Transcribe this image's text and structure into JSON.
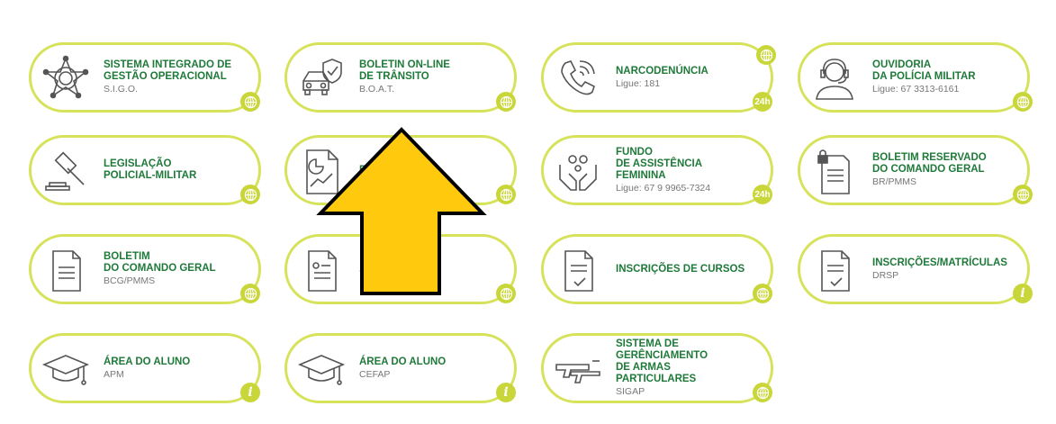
{
  "cards": [
    {
      "title": "SISTEMA INTEGRADO DE\nGESTÃO OPERACIONAL",
      "sub": "S.I.G.O.",
      "icon": "sigo-star-icon"
    },
    {
      "title": "BOLETIN ON-LINE\nDE TRÂNSITO",
      "sub": "B.O.A.T.",
      "icon": "car-shield-icon"
    },
    {
      "title": "NARCODENÚNCIA",
      "sub": "Ligue: 181",
      "icon": "phone-icon",
      "badge24": "24h"
    },
    {
      "title": "OUVIDORIA\nDA POLÍCIA MILITAR",
      "sub": "Ligue: 67 3313-6161",
      "icon": "headset-operator-icon"
    },
    {
      "title": "LEGISLAÇÃO\nPOLICIAL-MILITAR",
      "sub": "",
      "icon": "gavel-icon"
    },
    {
      "title": "ES...ES",
      "sub": "",
      "icon": "statistics-document-icon"
    },
    {
      "title": "FUNDO\nDE ASSISTÊNCIA FEMININA",
      "sub": "Ligue: 67 9 9965-7324",
      "icon": "hands-family-icon",
      "badge24": "24h"
    },
    {
      "title": "BOLETIM RESERVADO\nDO COMANDO GERAL",
      "sub": "BR/PMMS",
      "icon": "locked-document-icon"
    },
    {
      "title": "BOLETIM\nDO COMANDO GERAL",
      "sub": "BCG/PMMS",
      "icon": "document-icon"
    },
    {
      "title": "...S",
      "sub": "",
      "icon": "id-document-icon"
    },
    {
      "title": "INSCRIÇÕES DE CURSOS",
      "sub": "",
      "icon": "checked-document-icon"
    },
    {
      "title": "INSCRIÇÕES/MATRÍCULAS",
      "sub": "DRSP",
      "icon": "checked-document-icon"
    },
    {
      "title": "ÁREA DO ALUNO",
      "sub": "APM",
      "icon": "graduation-cap-icon"
    },
    {
      "title": "ÁREA DO ALUNO",
      "sub": "CEFAP",
      "icon": "graduation-cap-icon"
    },
    {
      "title": "SISTEMA DE GERÊNCIAMENTO\nDE ARMAS PARTICULARES",
      "sub": "SIGAP",
      "icon": "guns-icon"
    }
  ],
  "badges": {
    "info": "i"
  },
  "colors": {
    "border": "#d6e25a",
    "title": "#1f7a3a",
    "badge": "#c9d63a",
    "arrow": "#ffc90e"
  }
}
